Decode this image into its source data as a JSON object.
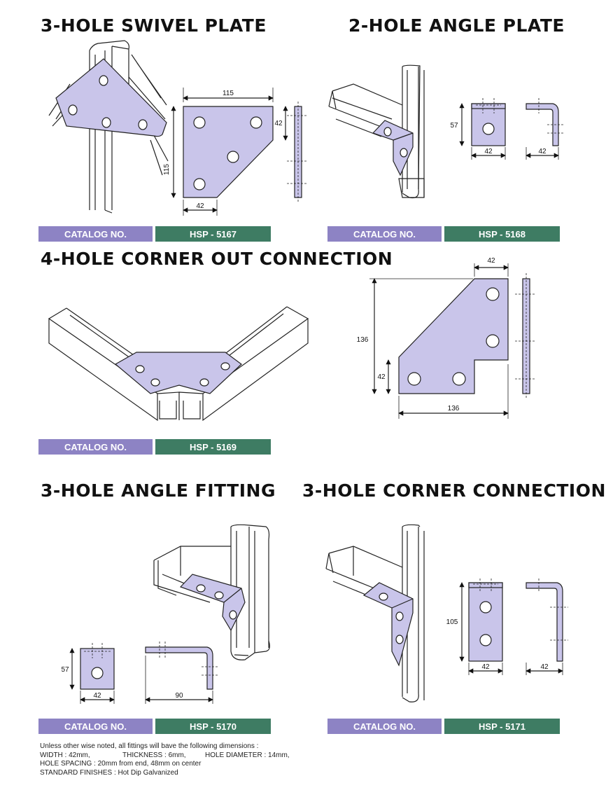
{
  "sections": {
    "s5167": {
      "title": "3-HOLE SWIVEL PLATE",
      "catalog_label": "CATALOG NO.",
      "catalog_no": "HSP - 5167",
      "dims": {
        "top": "115",
        "side": "115",
        "small_side": "42",
        "bottom": "42"
      }
    },
    "s5168": {
      "title": "2-HOLE ANGLE PLATE",
      "catalog_label": "CATALOG NO.",
      "catalog_no": "HSP - 5168",
      "dims": {
        "height": "57",
        "width": "42",
        "side_width": "42"
      }
    },
    "s5169": {
      "title": "4-HOLE CORNER OUT CONNECTION",
      "catalog_label": "CATALOG NO.",
      "catalog_no": "HSP - 5169",
      "dims": {
        "top": "42",
        "height": "136",
        "small_height": "42",
        "bottom": "136"
      }
    },
    "s5170": {
      "title": "3-HOLE ANGLE FITTING",
      "catalog_label": "CATALOG NO.",
      "catalog_no": "HSP - 5170",
      "dims": {
        "height": "57",
        "width": "42",
        "length": "90"
      }
    },
    "s5171": {
      "title": "3-HOLE CORNER CONNECTION",
      "catalog_label": "CATALOG NO.",
      "catalog_no": "HSP - 5171",
      "dims": {
        "height": "105",
        "width": "42",
        "side_width": "42"
      }
    }
  },
  "notes": {
    "line1": "Unless other wise noted, all fittings will bave the following dimensions :",
    "width": "WIDTH : 42mm,",
    "thickness": "THICKNESS : 6mm,",
    "hole_diameter": "HOLE DIAMETER : 14mm,",
    "hole_spacing": "HOLE SPACING : 20mm from end, 48mm on center",
    "finishes": "STANDARD FINISHES : Hot Dip Galvanized"
  },
  "colors": {
    "plate": "#c9c5ea",
    "catalog_label_bg": "#8d83c4",
    "catalog_no_bg": "#3e7c63",
    "outline": "#222222"
  }
}
